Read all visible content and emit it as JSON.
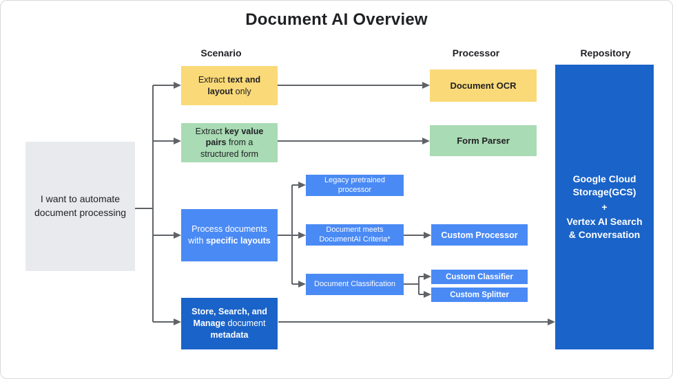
{
  "title": "Document AI Overview",
  "headers": {
    "scenario": "Scenario",
    "processor": "Processor",
    "repository": "Repository"
  },
  "root_box": {
    "text": "I want to automate document processing"
  },
  "scenarios": {
    "extract_text": {
      "pre": "Extract ",
      "bold": "text and layout",
      "post": " only"
    },
    "extract_kv": {
      "pre": "Extract ",
      "bold": "key value pairs",
      "post": " from a structured form"
    },
    "specific_layouts": {
      "pre": "Process documents with ",
      "bold": "specific layouts"
    },
    "store": {
      "bold1": "Store, Search, and Manage",
      "mid": " document ",
      "bold2": "metadata"
    }
  },
  "branches": {
    "legacy": "Legacy pretrained processor",
    "meets": "Document meets DocumentAI Criteria*",
    "classification": "Document Classification"
  },
  "processors": {
    "ocr": "Document OCR",
    "form_parser": "Form Parser",
    "custom_processor": "Custom Processor",
    "custom_classifier": "Custom Classifier",
    "custom_splitter": "Custom Splitter"
  },
  "repository": {
    "line1": "Google Cloud Storage(GCS)",
    "plus": "+",
    "line2": "Vertex AI Search & Conversation"
  },
  "colors": {
    "yellow": "#FAD978",
    "green": "#A9DBB4",
    "blue": "#4A8AF4",
    "dark_blue": "#1A63C8",
    "root_gray": "#E9EAEE",
    "connector_gray": "#5F6368"
  }
}
